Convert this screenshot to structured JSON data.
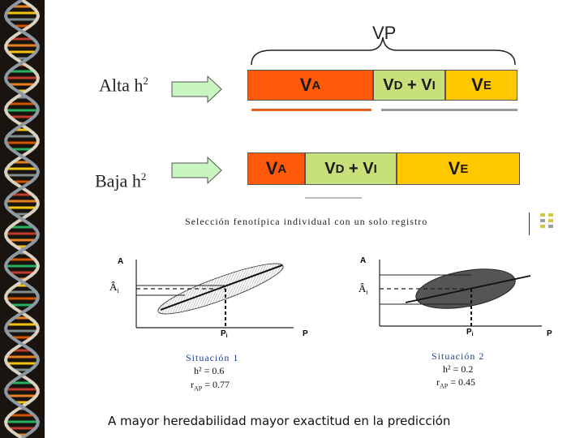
{
  "vp_label": "VP",
  "rows": [
    {
      "label_base": "Alta h",
      "label_sup": "2",
      "segments": [
        {
          "main": "V",
          "sub": "A",
          "color": "#ff5a0a"
        },
        {
          "main": "V",
          "sub": "D",
          "suffix_main": " + V",
          "suffix_sub": "I",
          "color": "#c8e07a"
        },
        {
          "main": "V",
          "sub": "E",
          "color": "#ffc800"
        }
      ]
    },
    {
      "label_base": "Baja h",
      "label_sup": "2",
      "segments": [
        {
          "main": "V",
          "sub": "A",
          "color": "#ff5a0a"
        },
        {
          "main": "V",
          "sub": "D",
          "suffix_main": " + V",
          "suffix_sub": "I",
          "color": "#c8e07a"
        },
        {
          "main": "V",
          "sub": "E",
          "color": "#ffc800"
        }
      ]
    }
  ],
  "figure_title": "Selección fenotípica individual con un solo registro",
  "plots": [
    {
      "y_axis": "A",
      "x_axis": "P",
      "y_mark": "Â",
      "y_mark_sub": "i",
      "x_mark": "P",
      "x_mark_sub": "i",
      "situation": "Situación 1",
      "h2": "h² = 0.6",
      "r_ap_label": "r",
      "r_ap_sub": "AP",
      "r_ap_value": " = 0.77"
    },
    {
      "y_axis": "A",
      "x_axis": "P",
      "y_mark": "Â",
      "y_mark_sub": "i",
      "x_mark": "P",
      "x_mark_sub": "i",
      "situation": "Situación 2",
      "h2": "h² = 0.2",
      "r_ap_label": "r",
      "r_ap_sub": "AP",
      "r_ap_value": " = 0.45"
    }
  ],
  "caption": "A mayor heredabilidad mayor exactitud en la predicción",
  "colors": {
    "orange": "#ff5a0a",
    "green": "#c8e07a",
    "yellow": "#ffc800",
    "arrow_fill": "#c9f5c0",
    "situation_blue": "#1f3f8a"
  }
}
